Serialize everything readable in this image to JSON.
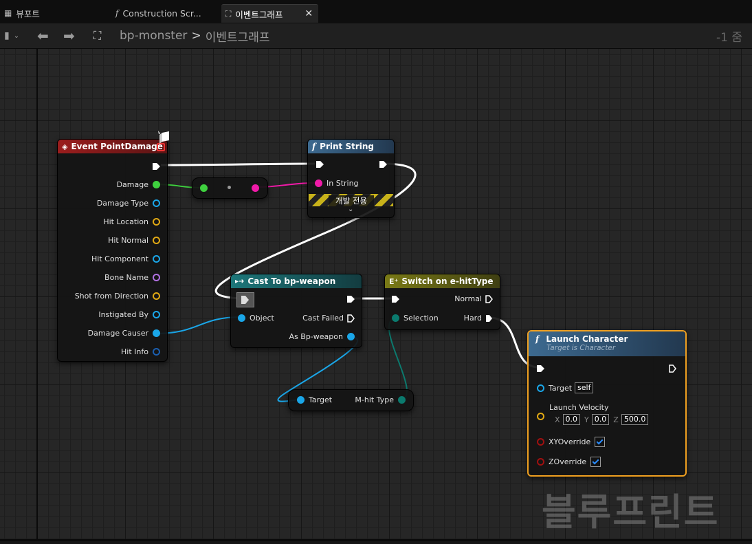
{
  "tabs": [
    {
      "label": "뷰포트",
      "icon": "grid-icon"
    },
    {
      "label": "Construction Scr...",
      "icon": "function-icon"
    },
    {
      "label": "이벤트그래프",
      "icon": "graph-icon",
      "active": true
    }
  ],
  "breadcrumb": {
    "blueprint": "bp-monster",
    "separator": ">",
    "graph": "이벤트그래프"
  },
  "zoom": "-1 줌",
  "nodes": {
    "event_point_damage": {
      "title": "Event PointDamage",
      "pins": [
        "Damage",
        "Damage Type",
        "Hit Location",
        "Hit Normal",
        "Hit Component",
        "Bone Name",
        "Shot from Direction",
        "Instigated By",
        "Damage Causer",
        "Hit Info"
      ]
    },
    "print_string": {
      "title": "Print String",
      "in_string": "In String",
      "dev_only": "개발 전용"
    },
    "cast": {
      "title": "Cast To bp-weapon",
      "object": "Object",
      "cast_failed": "Cast Failed",
      "as_weapon": "As Bp-weapon"
    },
    "switch": {
      "title": "Switch on e-hitType",
      "selection": "Selection",
      "normal": "Normal",
      "hard": "Hard"
    },
    "get_hit_type": {
      "target": "Target",
      "output": "M-hit Type"
    },
    "launch": {
      "title": "Launch Character",
      "subtitle": "Target is Character",
      "target": "Target",
      "target_value": "self",
      "velocity_label": "Launch Velocity",
      "x_label": "X",
      "x": "0.0",
      "y_label": "Y",
      "y": "0.0",
      "z_label": "Z",
      "z": "500.0",
      "xy_override": "XYOverride",
      "z_override": "ZOverride"
    }
  },
  "watermark": "블루프린트",
  "colors": {
    "event_header": "#8b1a1a",
    "function_header": "#2d4f6b",
    "cast_header": "#1a6a6e",
    "switch_header": "#6b6a12",
    "selection_border": "#f0a020",
    "float_pin": "#3fd13f",
    "string_pin": "#f01aa8",
    "object_pin": "#1aa6e8",
    "struct_pin": "#e0a814",
    "enum_pin": "#0b7a6e",
    "bool_pin": "#a01010",
    "name_pin": "#b070e0"
  }
}
